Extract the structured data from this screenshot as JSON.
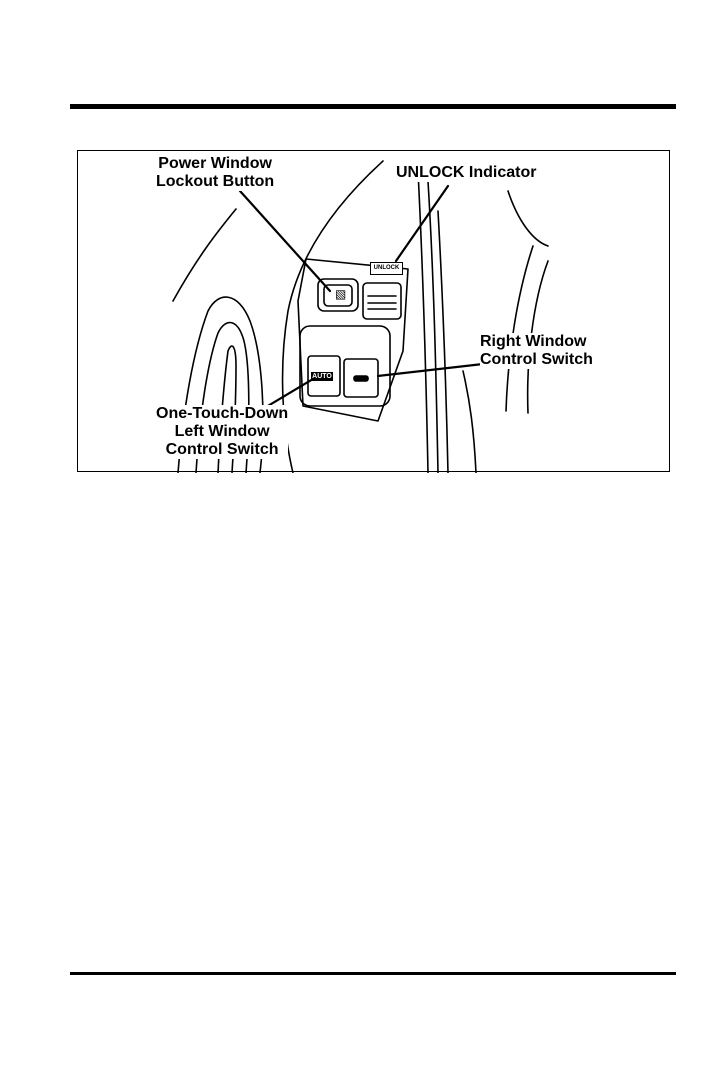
{
  "figure": {
    "callouts": {
      "lockout_line1": "Power Window",
      "lockout_line2": "Lockout Button",
      "unlock": "UNLOCK Indicator",
      "right_line1": "Right Window",
      "right_line2": "Control Switch",
      "left_line1": "One-Touch-Down",
      "left_line2": "Left Window",
      "left_line3": "Control Switch"
    },
    "panel_labels": {
      "unlock_tag": "UNLOCK",
      "auto_tag": "AUTO"
    },
    "icons": [
      "window-lock-icon",
      "window-switch-icon"
    ]
  }
}
